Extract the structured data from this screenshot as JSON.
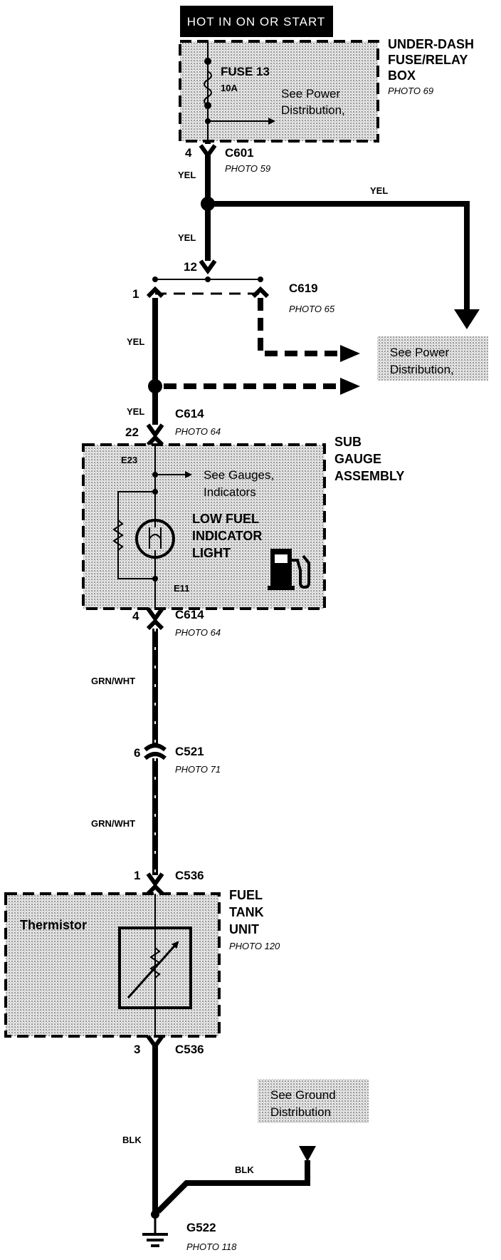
{
  "header": {
    "label": "HOT IN ON OR START"
  },
  "fuse_box": {
    "title_lines": [
      "UNDER-DASH",
      "FUSE/RELAY",
      "BOX"
    ],
    "photo": "PHOTO 69",
    "fuse_name": "FUSE 13",
    "fuse_rating": "10A",
    "ref_lines": [
      "See Power",
      "Distribution,"
    ]
  },
  "c601": {
    "pin": "4",
    "name": "C601",
    "photo": "PHOTO 59"
  },
  "wire_yel": {
    "color_label": "YEL"
  },
  "c619": {
    "pin_left": "1",
    "pin_top": "12",
    "name": "C619",
    "photo": "PHOTO 65"
  },
  "power_ref": {
    "lines": [
      "See Power",
      "Distribution,"
    ]
  },
  "c614_top": {
    "pin": "22",
    "name": "C614",
    "photo": "PHOTO 64"
  },
  "sub_gauge": {
    "title_lines": [
      "SUB",
      "GAUGE",
      "ASSEMBLY"
    ],
    "terminal_top": "E23",
    "terminal_bottom": "E11",
    "ref_lines": [
      "See Gauges,",
      "Indicators"
    ],
    "light_lines": [
      "LOW FUEL",
      "INDICATOR",
      "LIGHT"
    ]
  },
  "c614_bottom": {
    "pin": "4",
    "name": "C614",
    "photo": "PHOTO 64"
  },
  "wire_grnwht": {
    "color_label": "GRN/WHT"
  },
  "c521": {
    "pin": "6",
    "name": "C521",
    "photo": "PHOTO 71"
  },
  "c536_top": {
    "pin": "1",
    "name": "C536"
  },
  "fuel_tank": {
    "title_lines": [
      "FUEL",
      "TANK",
      "UNIT"
    ],
    "photo": "PHOTO 120",
    "component": "Thermistor"
  },
  "c536_bottom": {
    "pin": "3",
    "name": "C536"
  },
  "ground_ref": {
    "lines": [
      "See Ground",
      "Distribution"
    ]
  },
  "wire_blk": {
    "color_label": "BLK"
  },
  "g522": {
    "name": "G522",
    "photo": "PHOTO 118"
  },
  "colors": {
    "wire": "#000000",
    "component_fill": "#d4d4d4"
  }
}
